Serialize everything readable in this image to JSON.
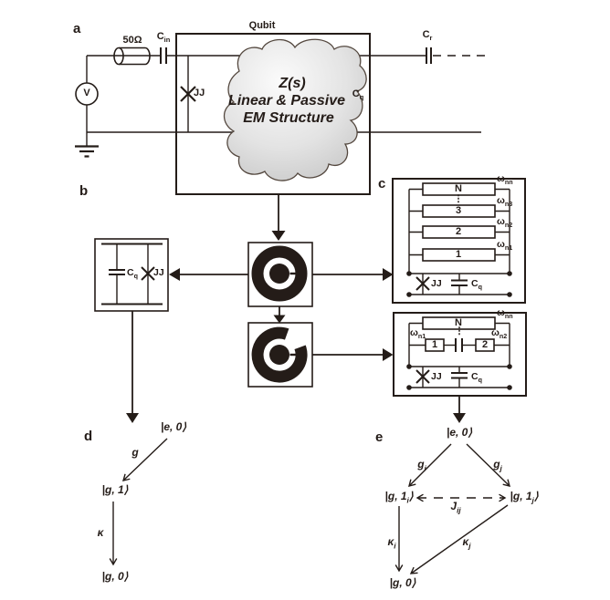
{
  "figure": {
    "panel_labels": {
      "a": "a",
      "b": "b",
      "c": "c",
      "d": "d",
      "e": "e"
    },
    "panel_a": {
      "impedance_label": "50Ω",
      "cap_in": {
        "base": "C",
        "sub": "in"
      },
      "cap_r": {
        "base": "C",
        "sub": "r"
      },
      "cap_q": {
        "base": "C",
        "sub": "q"
      },
      "source_label": "V",
      "junction_label": "JJ",
      "box_title": "Qubit",
      "blob_line1": "Z(s)",
      "blob_line2": "Linear & Passive",
      "blob_line3": "EM Structure"
    },
    "panel_b": {
      "cap_q": {
        "base": "C",
        "sub": "q"
      },
      "junction_label": "JJ"
    },
    "panel_c_foster": {
      "resonators": [
        "N",
        "3",
        "2",
        "1"
      ],
      "ellipsis": "⋮",
      "omega_nn": {
        "base": "ω",
        "sub": "nn"
      },
      "omega_n3": {
        "base": "ω",
        "sub": "n3"
      },
      "omega_n2": {
        "base": "ω",
        "sub": "n2"
      },
      "omega_n1": {
        "base": "ω",
        "sub": "n1"
      },
      "junction_label": "JJ",
      "cap_q": {
        "base": "C",
        "sub": "q"
      }
    },
    "panel_c_coupled": {
      "resonator_n": "N",
      "resonator_1": "1",
      "resonator_2": "2",
      "ellipsis": "⋮",
      "omega_nn": {
        "base": "ω",
        "sub": "nn"
      },
      "omega_n1": {
        "base": "ω",
        "sub": "n1"
      },
      "omega_n2": {
        "base": "ω",
        "sub": "n2"
      },
      "junction_label": "JJ",
      "cap_q": {
        "base": "C",
        "sub": "q"
      }
    },
    "panel_d": {
      "state_top": "|e, 0⟩",
      "state_mid": "|g, 1⟩",
      "state_bottom": "|g, 0⟩",
      "coupling": "g",
      "decay": "κ"
    },
    "panel_e": {
      "state_top": "|e, 0⟩",
      "state_mid_i": {
        "pre": "|g, 1",
        "sub": "i",
        "post": "⟩"
      },
      "state_mid_j": {
        "pre": "|g, 1",
        "sub": "j",
        "post": "⟩"
      },
      "state_bottom": "|g, 0⟩",
      "coupling_i": {
        "base": "g",
        "sub": "i"
      },
      "coupling_j": {
        "base": "g",
        "sub": "j"
      },
      "exchange": {
        "base": "J",
        "sub": "ij"
      },
      "decay_i": {
        "base": "κ",
        "sub": "i"
      },
      "decay_j": {
        "base": "κ",
        "sub": "j"
      }
    },
    "icons": {
      "single_mode": "bullseye-mode-icon",
      "split_mode": "broken-ring-mode-icon"
    }
  }
}
